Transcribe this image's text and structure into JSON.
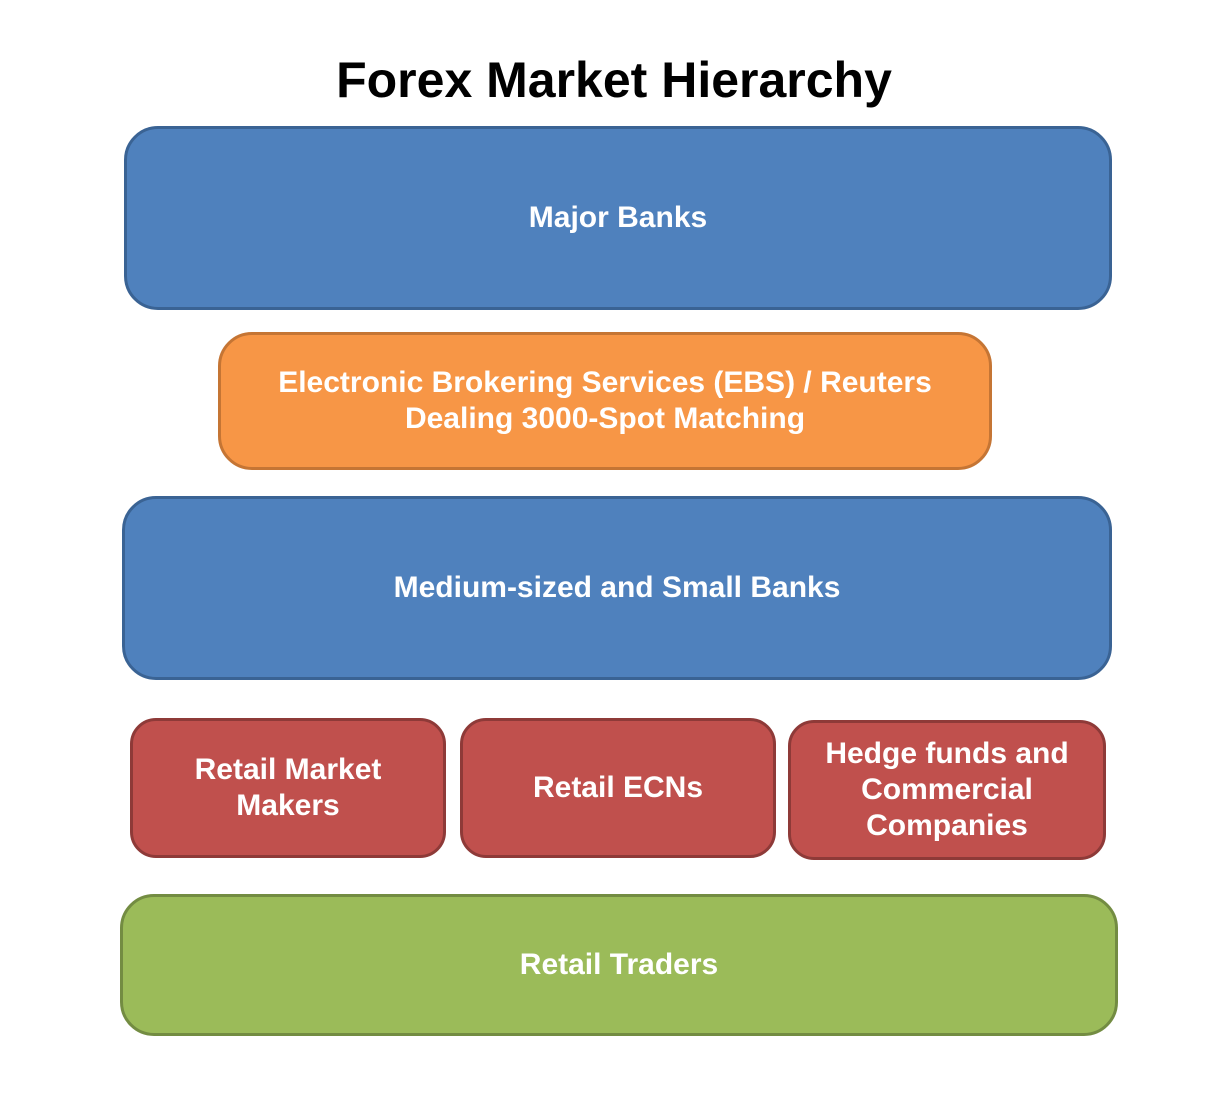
{
  "diagram": {
    "title": "Forex Market Hierarchy",
    "levels": [
      {
        "label": "Major Banks",
        "color": "#4f81bd"
      },
      {
        "lines": [
          "Electronic Brokering Services (EBS) / Reuters",
          "Dealing 3000-Spot Matching"
        ],
        "color": "#f79646"
      },
      {
        "label": "Medium-sized and Small Banks",
        "color": "#4f81bd"
      },
      {
        "boxes": [
          {
            "lines": [
              "Retail Market",
              "Makers"
            ]
          },
          {
            "lines": [
              "Retail ECNs"
            ]
          },
          {
            "lines": [
              "Hedge funds and",
              "Commercial",
              "Companies"
            ]
          }
        ],
        "color": "#c0504d"
      },
      {
        "label": "Retail Traders",
        "color": "#9bbb59"
      }
    ]
  }
}
